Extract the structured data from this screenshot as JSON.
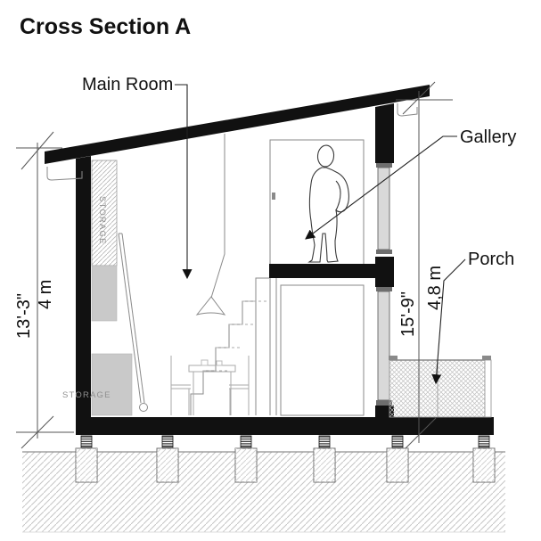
{
  "title": "Cross Section A",
  "labels": {
    "main_room": "Main Room",
    "gallery": "Gallery",
    "porch": "Porch"
  },
  "annotations": {
    "storage_upper": "STORAGE",
    "storage_lower": "STORAGE"
  },
  "dimensions": {
    "left": {
      "imperial": "13'-3\"",
      "metric": "4 m"
    },
    "right": {
      "imperial": "15'-9\"",
      "metric": "4,8 m"
    }
  },
  "colors": {
    "ink": "#111111",
    "drawing_line": "#8a8a8a",
    "light_fill": "#c9c9c9",
    "hatch": "#bdbdbd",
    "glass": "#d9d9d9",
    "label_muted": "#8f8f8f",
    "background": "#ffffff"
  }
}
